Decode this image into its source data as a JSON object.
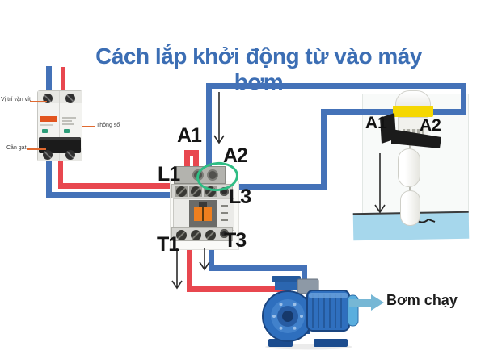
{
  "title": "Cách lắp khởi động từ vào máy bơm",
  "breaker": {
    "labels": {
      "screw": "Vị trí vặn vít",
      "specs": "Thông số",
      "lever": "Cần gạt"
    }
  },
  "contactor": {
    "a1": "A1",
    "a2": "A2",
    "l1": "L1",
    "l3": "L3",
    "t1": "T1",
    "t3": "T3"
  },
  "float_switch": {
    "a1": "A1",
    "a2": "A2"
  },
  "pump": {
    "run_label": "Bơm chạy"
  },
  "icons": {
    "flow_arrow": "↓",
    "pump_run_arrow": "→"
  },
  "colors": {
    "wire_live": "#e8474f",
    "wire_neutral": "#4472b8",
    "title": "#3c6eb4",
    "highlight_green": "#2fbd84",
    "water": "#a6d7ec",
    "pump_blue": "#2e6fbe",
    "float_band_yellow": "#f5d702",
    "callout_accent": "#e06a30",
    "run_arrow": "#76b7d5"
  }
}
